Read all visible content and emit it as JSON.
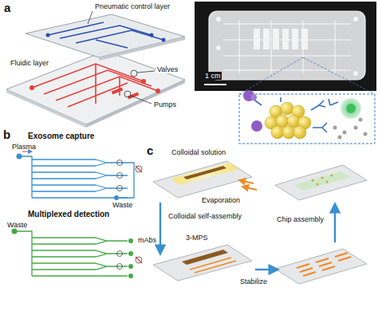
{
  "diagram": {
    "labels": [
      "a",
      "Pneumatic control layer",
      "Fluidic layer",
      "Valves",
      "Pumps",
      "1 cm",
      "b",
      "Exosome capture",
      "Plasma",
      "Waste",
      "Multiplexed detection",
      "Waste",
      "mAbs",
      "c",
      "Colloidal solution",
      "Evaporation",
      "Colloidal self-assembly",
      "3-MPS",
      "Stabilize",
      "Chip assembly"
    ]
  }
}
